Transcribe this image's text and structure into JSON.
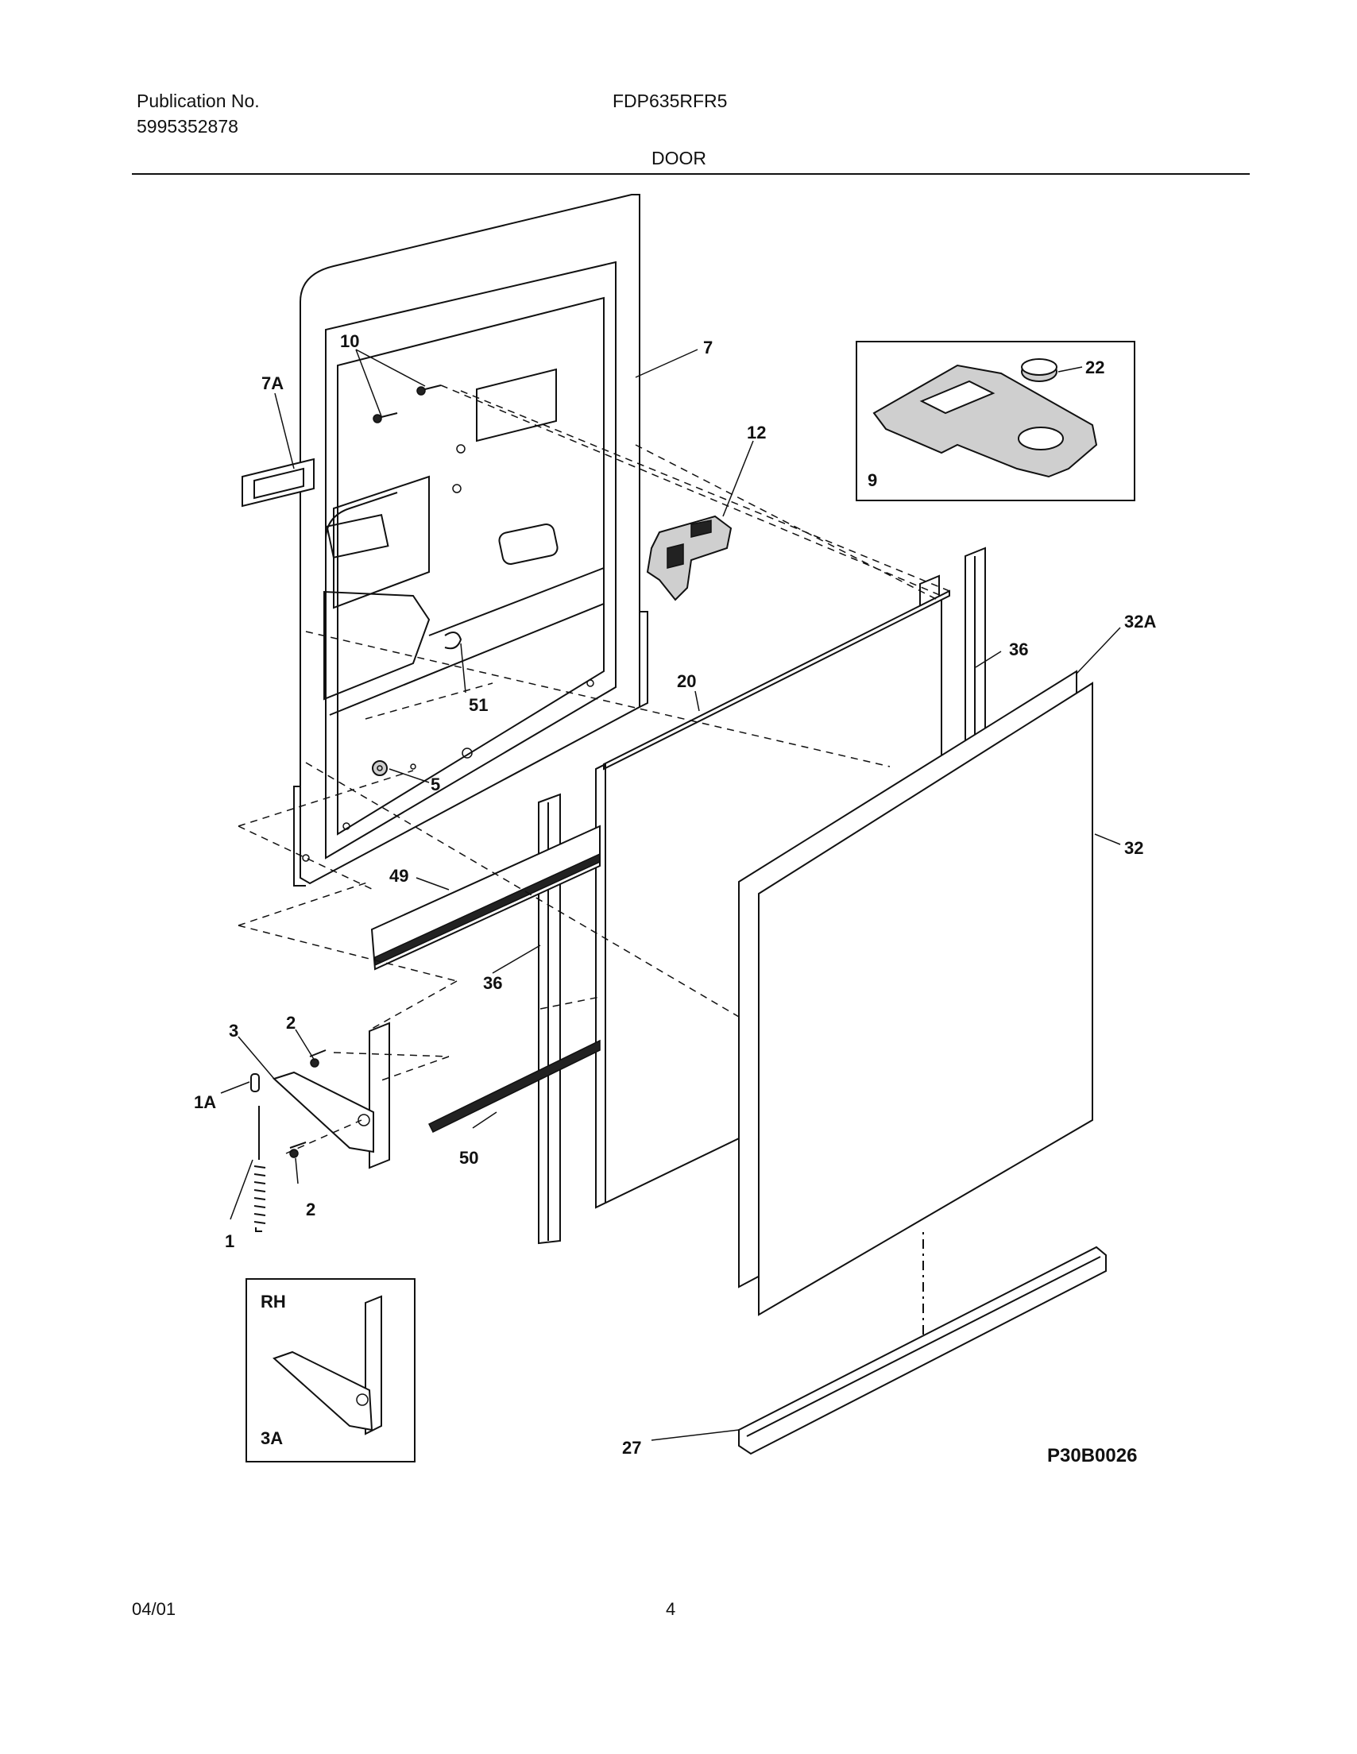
{
  "header": {
    "publication_label": "Publication No.",
    "publication_number": "5995352878",
    "model": "FDP635RFR5",
    "section_title": "DOOR"
  },
  "diagram": {
    "figure_code": "P30B0026",
    "inset_top_labels": [
      "22",
      "9"
    ],
    "inset_bottom_labels": [
      "RH",
      "3A"
    ],
    "part_callouts": [
      "1",
      "1A",
      "2",
      "2",
      "3",
      "5",
      "7",
      "7A",
      "10",
      "12",
      "20",
      "27",
      "32",
      "32A",
      "36",
      "36",
      "49",
      "50",
      "51"
    ]
  },
  "footer": {
    "date": "04/01",
    "page": "4"
  }
}
